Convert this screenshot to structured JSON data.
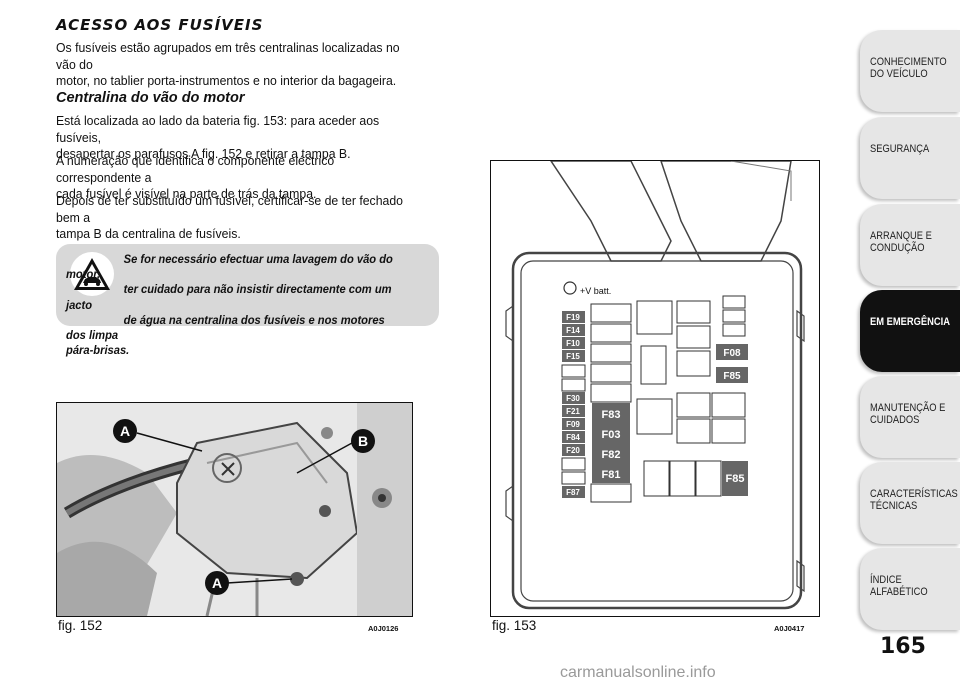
{
  "content": {
    "title": "ACESSO AOS FUSÍVEIS",
    "intro_lines": [
      "Os fusíveis estão agrupados em três centralinas localizadas no vão do",
      "motor, no tablier porta-instrumentos e no interior da bagageira."
    ],
    "subtitle": "Centralina do vão do motor",
    "para1_lines": [
      "Está localizada ao lado da bateria fig. 153: para aceder aos fusíveis,",
      "desapertar os parafusos A fig. 152 e retirar a tampa B."
    ],
    "para2_lines": [
      "A numeração que identifica o componente eléctrico correspondente a",
      "cada fusível é visível na parte de trás da tampa."
    ],
    "para3_lines": [
      "Depois de ter substituído um fusível, certificar-se de ter fechado bem a",
      "tampa B da centralina de fusíveis."
    ],
    "warning_lines": [
      "Se for necessário efectuar uma lavagem do vão do motor,",
      "ter cuidado para não insistir directamente com um jacto",
      "de água na centralina dos fusíveis e nos motores dos limpa",
      "pára-brisas."
    ]
  },
  "figures": {
    "fig152": {
      "caption": "fig. 152",
      "code": "A0J0126",
      "label_a1": "A",
      "label_a2": "A",
      "label_b": "B"
    },
    "fig153": {
      "caption": "fig. 153",
      "code": "A0J0417",
      "batt_label": "+V batt.",
      "left_labels_top": [
        "F19",
        "F14",
        "F10",
        "F15"
      ],
      "left_labels_mid": [
        "F30",
        "F21",
        "F09",
        "F84",
        "F20"
      ],
      "left_label_bottom": "F87",
      "center_labels": [
        "F83",
        "F03",
        "F82",
        "F81"
      ],
      "right_labels": [
        "F08",
        "F85"
      ],
      "bottom_right_label": "F85"
    }
  },
  "sidebar": {
    "tabs": [
      {
        "label": "CONHECIMENTO DO VEÍCULO"
      },
      {
        "label": "SEGURANÇA"
      },
      {
        "label": "ARRANQUE E CONDUÇÃO"
      },
      {
        "label": "EM EMERGÊNCIA",
        "active": true
      },
      {
        "label": "MANUTENÇÃO E CUIDADOS"
      },
      {
        "label": "CARACTERÍSTICAS TÉCNICAS"
      },
      {
        "label": "ÍNDICE ALFABÉTICO"
      }
    ]
  },
  "page_number": "165",
  "watermark": "carmanualsonline.info"
}
